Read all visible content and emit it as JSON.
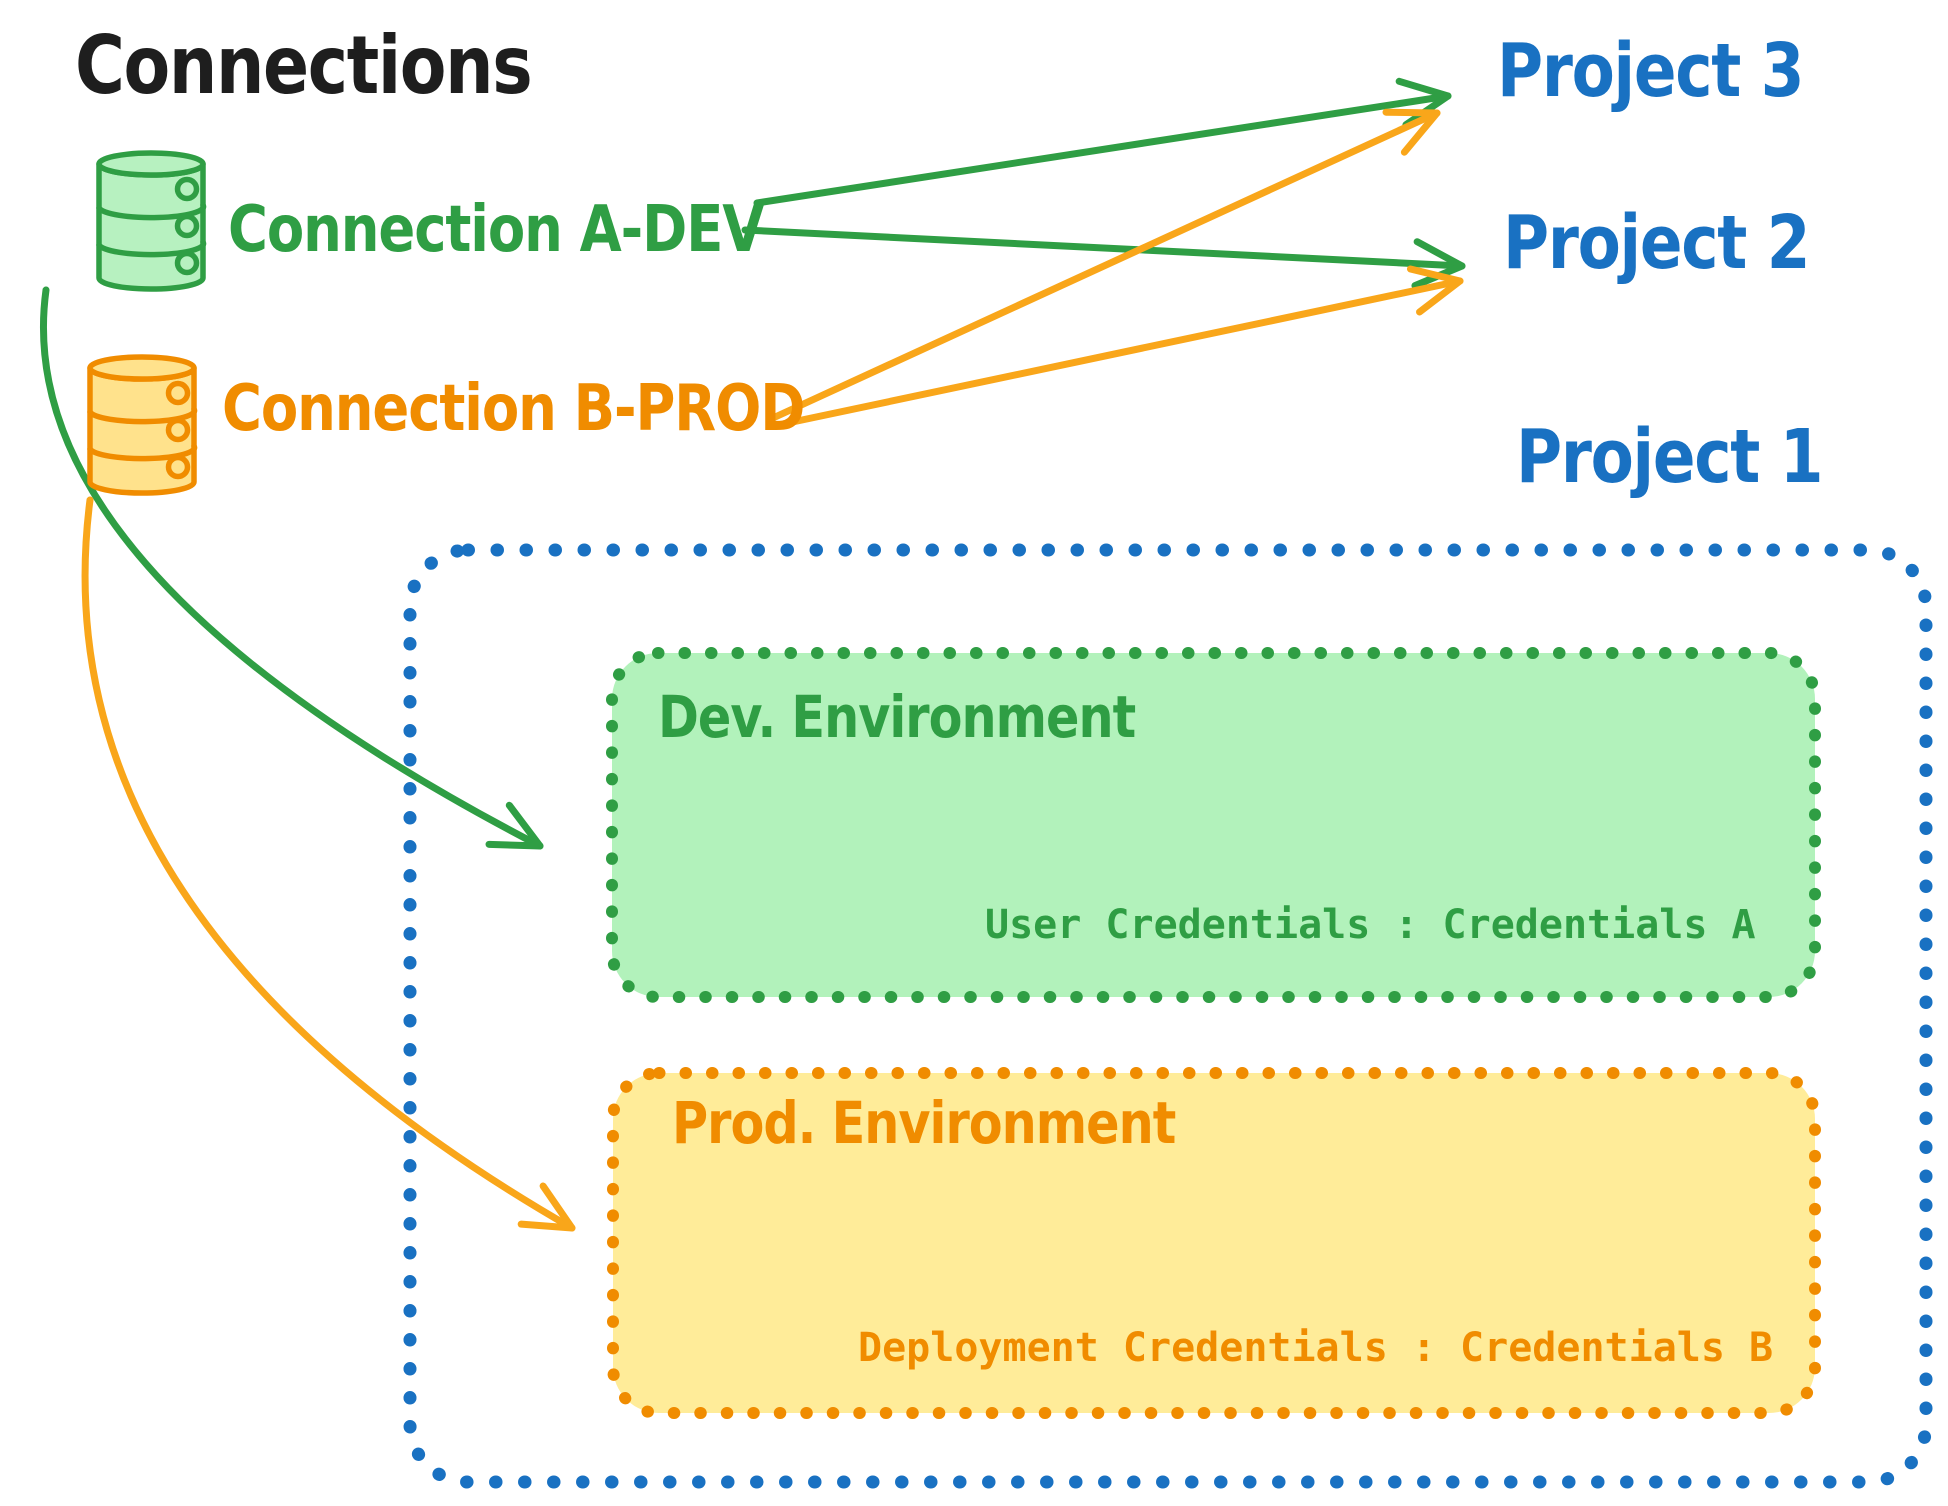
{
  "colors": {
    "ink": "#1e1e1e",
    "blue": "#1971c2",
    "green": "#2f9e44",
    "green_fill": "#b2f2bb",
    "orange": "#f08c00",
    "orange_fill": "#ffec99",
    "amber": "#f9a61a",
    "cyl_green_fill": "#b7f1c0",
    "cyl_orange_fill": "#ffe28c"
  },
  "title": "Connections",
  "connections": [
    {
      "id": "connection-a-dev",
      "label": "Connection A-DEV",
      "type": "database",
      "color": "green",
      "targets": [
        "Project 3",
        "Project 2",
        "Dev. Environment"
      ]
    },
    {
      "id": "connection-b-prod",
      "label": "Connection B-PROD",
      "type": "database",
      "color": "orange",
      "targets": [
        "Project 3",
        "Project 2",
        "Prod. Environment"
      ]
    }
  ],
  "projects": [
    {
      "label": "Project 3"
    },
    {
      "label": "Project 2"
    },
    {
      "label": "Project 1"
    }
  ],
  "project1_detail": {
    "environments": [
      {
        "name": "Dev. Environment",
        "credentials_label": "User Credentials : Credentials A",
        "color": "green"
      },
      {
        "name": "Prod. Environment",
        "credentials_label": "Deployment Credentials : Credentials B",
        "color": "orange"
      }
    ]
  }
}
